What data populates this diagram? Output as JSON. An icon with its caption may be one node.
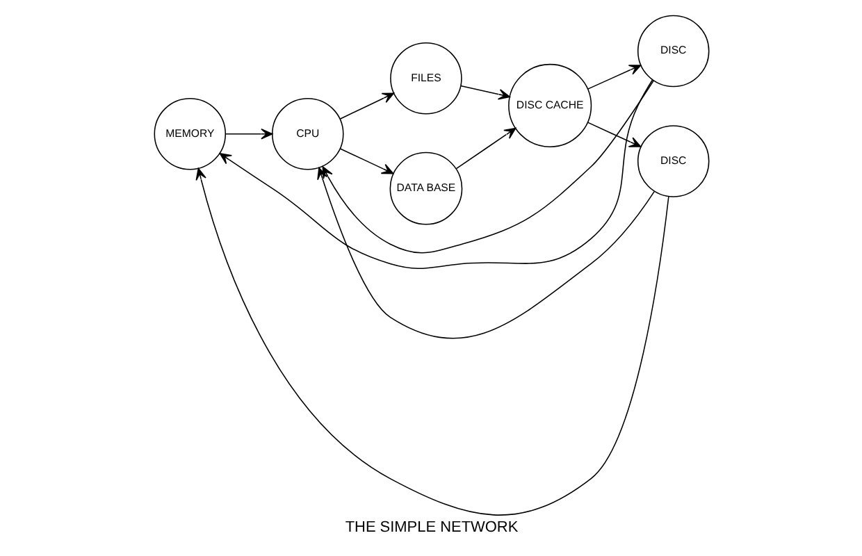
{
  "diagram": {
    "caption": "THE SIMPLE NETWORK",
    "nodes": [
      {
        "text": [
          "MEMORY"
        ]
      },
      {
        "text": [
          "CPU"
        ]
      },
      {
        "text": [
          "FILES"
        ]
      },
      {
        "text": [
          "DATA BASE"
        ]
      },
      {
        "text": [
          "DISC CACHE"
        ]
      },
      {
        "text": [
          "DISC"
        ]
      },
      {
        "text": [
          "DISC"
        ]
      }
    ],
    "edges": [
      {
        "from": 0,
        "to": 1,
        "arrow": "to"
      },
      {
        "from": 1,
        "to": 2,
        "arrow": "to"
      },
      {
        "from": 1,
        "to": 3,
        "arrow": "to"
      },
      {
        "from": 2,
        "to": 4,
        "arrow": "to"
      },
      {
        "from": 3,
        "to": 4,
        "arrow": "to"
      },
      {
        "from": 4,
        "to": 5,
        "arrow": "to"
      },
      {
        "from": 4,
        "to": 6,
        "arrow": "to"
      },
      {
        "from": 5,
        "to": 0,
        "arrow": "to"
      },
      {
        "from": 5,
        "to": 1,
        "arrow": "to"
      },
      {
        "from": 6,
        "to": 0,
        "arrow": "to"
      },
      {
        "from": 6,
        "to": 1,
        "arrow": "to"
      }
    ]
  }
}
